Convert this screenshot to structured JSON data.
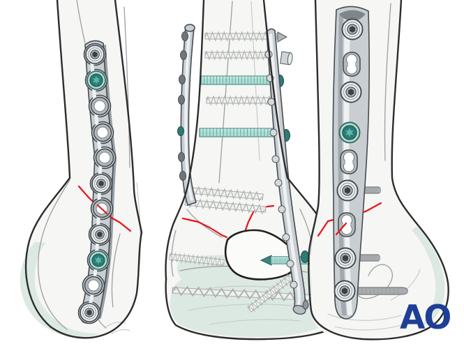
{
  "illustration": {
    "logo_text": "AO",
    "views": [
      {
        "name": "fibula-lateral-view",
        "plate": "scalloped-lateral-fibula-plate",
        "plate_holes_top_to_bottom": [
          "locking-screw",
          "teal-locking-screw",
          "empty-hole",
          "empty-hole",
          "empty-hole",
          "locking-screw",
          "empty-hole",
          "locking-screw",
          "teal-locking-screw",
          "empty-hole",
          "locking-screw"
        ],
        "fracture_lines": 1
      },
      {
        "name": "tibia-anterior-view",
        "plate": "two-edge-on-plates-medial-and-anterolateral",
        "transverse_screws_top_to_bottom": [
          "ghost-screw",
          "ghost-screw",
          "teal-lag-screw",
          "ghost-screw",
          "teal-lag-screw",
          "ghost-screw",
          "ghost-screw",
          "ghost-screw",
          "teal-lag-screw",
          "ghost-screw-long",
          "ghost-screw-diagonal"
        ],
        "fracture_lines": 2,
        "fracture_window": true
      },
      {
        "name": "tibia-medial-view",
        "plate": "medial-distal-tibia-plate",
        "plate_holes_top_to_bottom": [
          "locking-screw",
          "empty-combi-hole",
          "locking-screw",
          "teal-locking-screw",
          "empty-combi-hole",
          "screw-with-shank",
          "empty-combi-hole",
          "screw-with-shank",
          "screw-with-long-shank"
        ],
        "fracture_lines": 1
      }
    ]
  },
  "colors": {
    "background": "#ffffff",
    "outline": "#2c2c2c",
    "bone_fill": "#f6f6f4",
    "bone_shade": "#e9ebea",
    "bone_line": "#9aa0a0",
    "cartilage": "#dce9e3",
    "plate_fill": "#c9ced2",
    "plate_edge": "#454b4f",
    "plate_shadow": "#98a1a6",
    "plate_highlight": "#eef1f2",
    "screw_dark": "#3a4145",
    "metal_mid": "#a7afb3",
    "teal_ring": "#a8dbd0",
    "teal_dark": "#2c7b74",
    "teal_light": "#5cb6aa",
    "teal_body": "#a9dcd2",
    "teal_stripe": "#5aa89c",
    "ghost_fill": "#f2f2ee",
    "ghost_line": "#a8aeae",
    "gray_screw": "#a9adb0",
    "fracture_red": "#e8131a",
    "logo_blue": "#1e3f96"
  }
}
